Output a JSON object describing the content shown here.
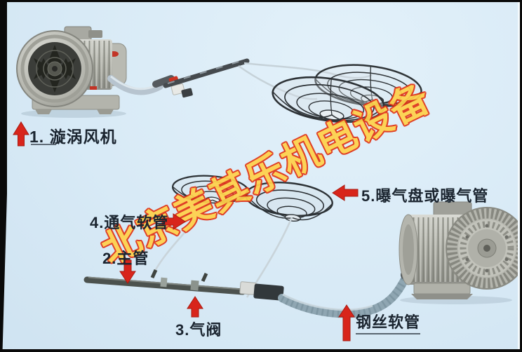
{
  "scene": {
    "background_color": "#d8eaf6",
    "arrow_color": "#d8251b",
    "label_color": "#1b2530",
    "border_color": "#0a0a0a"
  },
  "watermark": {
    "text": "北京美其乐机电设备",
    "fill_color": "#ffd14a",
    "outline_color": "#e03318"
  },
  "annotations": [
    {
      "text": "1. 漩涡风机",
      "arrow": "up",
      "target": "vortex-blower"
    },
    {
      "text": "2.主管",
      "arrow": "down",
      "target": "main-pipe"
    },
    {
      "text": "3.气阀",
      "arrow": "up",
      "target": "air-valve"
    },
    {
      "text": "4.通气软管",
      "arrow": "right",
      "target": "vent-hose"
    },
    {
      "text": "5.曝气盘或曝气管",
      "arrow": "left",
      "target": "aeration-disc"
    },
    {
      "text": "钢丝软管",
      "arrow": "up",
      "target": "steel-wire-hose"
    }
  ]
}
